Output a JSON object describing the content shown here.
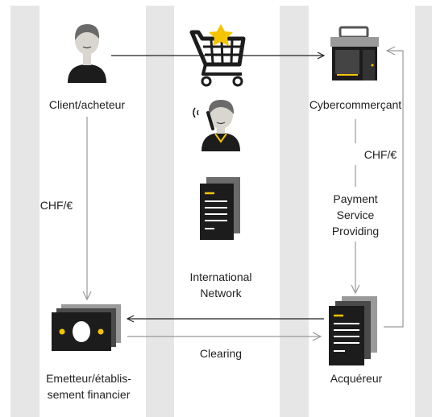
{
  "colors": {
    "band": "#e6e6e6",
    "dark": "#1c1c1c",
    "skin": "#d9d6cf",
    "hair": "#6a6a6a",
    "accent": "#f5c400",
    "arrow_dark": "#222222",
    "arrow_light": "#9a9a9a"
  },
  "actors": {
    "client": "Client/acheteur",
    "merchant": "Cybercommerçant",
    "issuer_line1": "Emetteur/établis-",
    "issuer_line2": "sement financier",
    "acquirer": "Acquéreur"
  },
  "flows": {
    "left_currency": "CHF/€",
    "right_currency": "CHF/€",
    "psp_line1": "Payment",
    "psp_line2": "Service",
    "psp_line3": "Providing",
    "network_line1": "International",
    "network_line2": "Network",
    "clearing": "Clearing"
  },
  "icons": [
    "person-icon",
    "shopping-cart-icon",
    "star-icon",
    "shop-icon",
    "call-center-agent-icon",
    "document-icon",
    "banknotes-icon",
    "documents-icon"
  ]
}
